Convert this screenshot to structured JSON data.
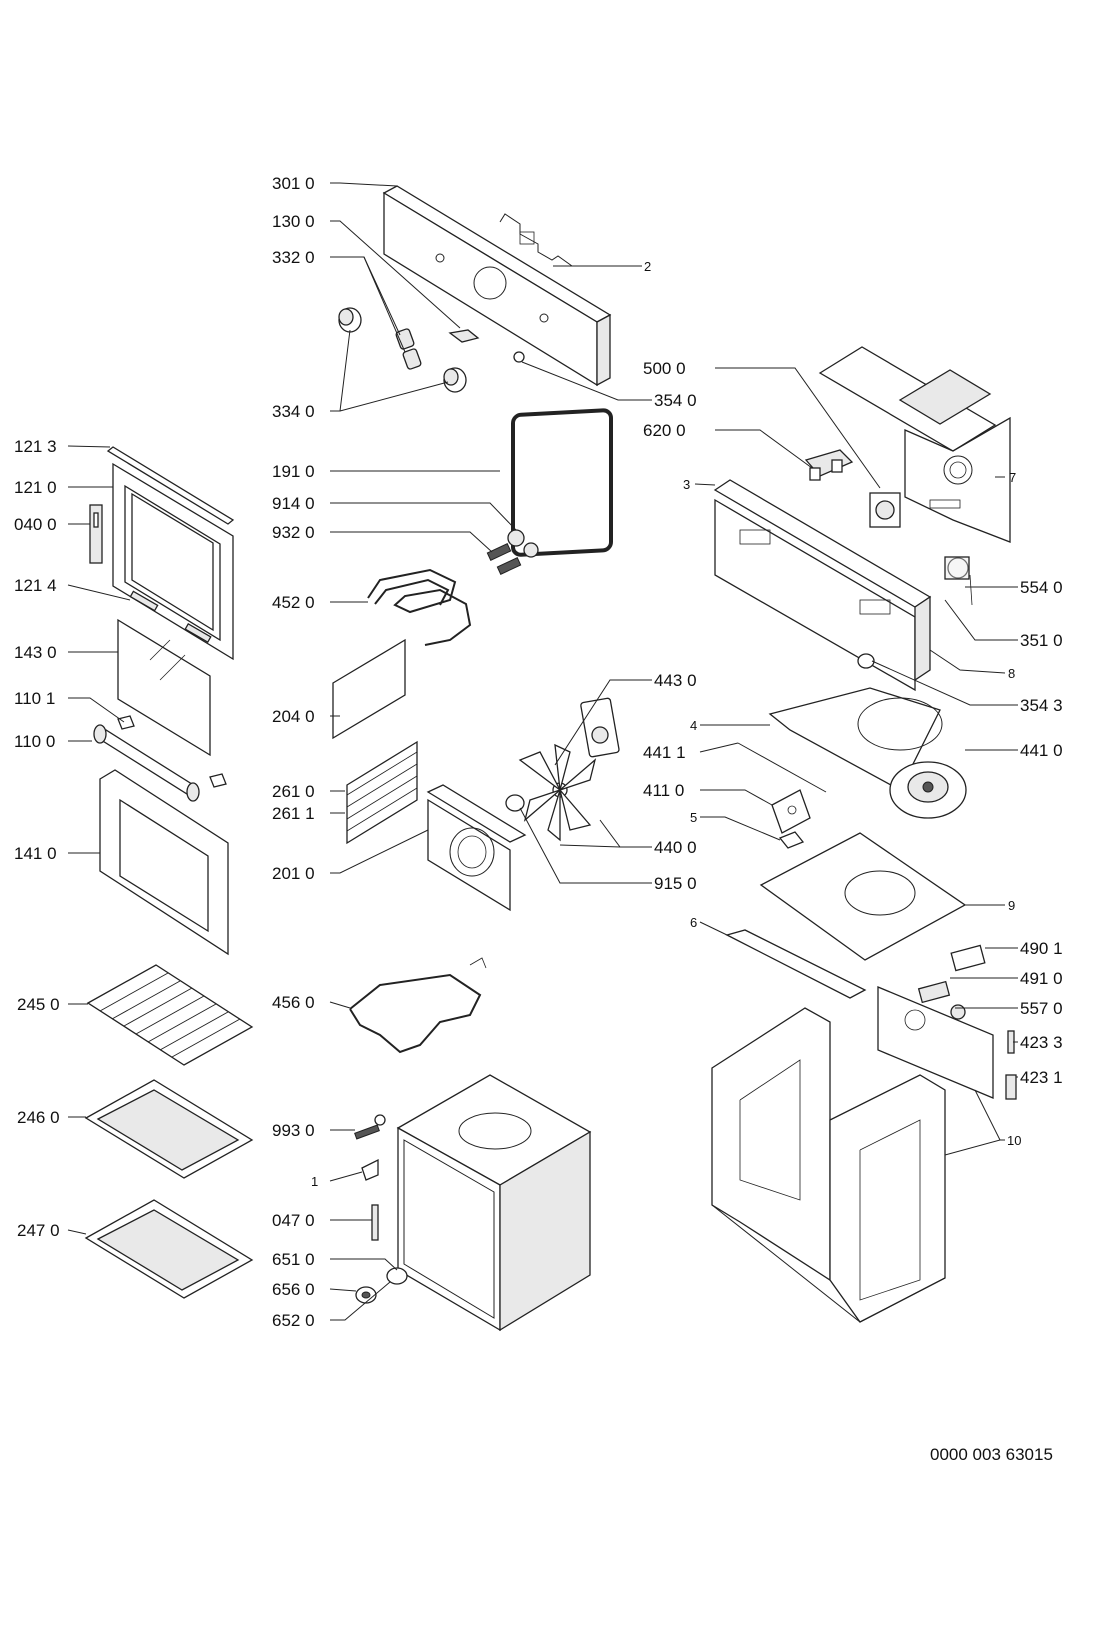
{
  "labels": {
    "p3010": "301 0",
    "p1300": "130 0",
    "p3320": "332 0",
    "p3340": "334 0",
    "p3540": "354 0",
    "p2": "2",
    "p5000": "500 0",
    "p6200": "620 0",
    "p7": "7",
    "p3": "3",
    "p5540": "554 0",
    "p3510": "351 0",
    "p8": "8",
    "p3543": "354 3",
    "p1213": "121 3",
    "p1210": "121 0",
    "p0400": "040 0",
    "p1214": "121 4",
    "p1430": "143 0",
    "p1101": "110 1",
    "p1100": "110 0",
    "p1410": "141 0",
    "p1910": "191 0",
    "p9140": "914 0",
    "p9320": "932 0",
    "p4520": "452 0",
    "p2040": "204 0",
    "p2610": "261 0",
    "p2611": "261 1",
    "p2010": "201 0",
    "p4430": "443 0",
    "p4400": "440 0",
    "p9150": "915 0",
    "p4": "4",
    "p4411": "441 1",
    "p4410": "441 0",
    "p4110": "411 0",
    "p5": "5",
    "p9": "9",
    "p6": "6",
    "p4901": "490 1",
    "p4910": "491 0",
    "p5570": "557 0",
    "p4233": "423 3",
    "p4231": "423 1",
    "p10": "10",
    "p2450": "245 0",
    "p2460": "246 0",
    "p2470": "247 0",
    "p4560": "456 0",
    "p9930": "993 0",
    "p1": "1",
    "p0470": "047 0",
    "p6510": "651 0",
    "p6560": "656 0",
    "p6520": "652 0"
  },
  "footer": {
    "code": "0000 003 63015"
  }
}
